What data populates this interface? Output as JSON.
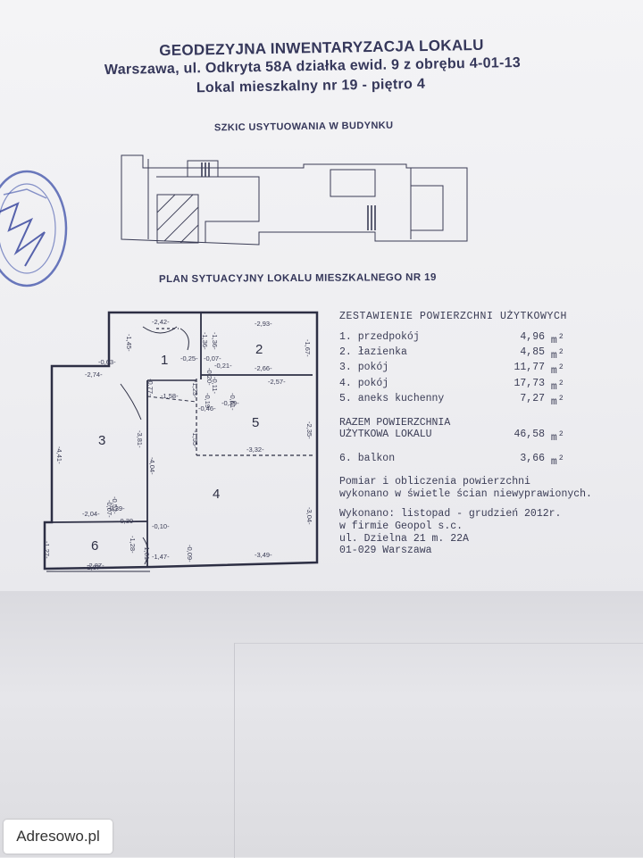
{
  "document": {
    "title_line1": "GEODEZYJNA INWENTARYZACJA LOKALU",
    "title_line2": "Warszawa, ul. Odkryta 58A działka ewid. 9 z obrębu 4-01-13",
    "title_line3": "Lokal mieszkalny nr 19 - piętro 4",
    "sketch_heading": "SZKIC USYTUOWANIA W BUDYNKU",
    "plan_heading": "PLAN SYTUACYJNY LOKALU MIESZKALNEGO NR 19"
  },
  "summary": {
    "heading": "ZESTAWIENIE POWIERZCHNI UŻYTKOWYCH",
    "unit": "m",
    "unit_sup": "2",
    "rooms": [
      {
        "label": "1. przedpokój",
        "value": "4,96"
      },
      {
        "label": "2. łazienka",
        "value": "4,85"
      },
      {
        "label": "3. pokój",
        "value": "11,77"
      },
      {
        "label": "4. pokój",
        "value": "17,73"
      },
      {
        "label": "5. aneks kuchenny",
        "value": "7,27"
      }
    ],
    "total_line1": "RAZEM POWIERZCHNIA",
    "total_line2": "UŻYTKOWA LOKALU",
    "total_value": "46,58",
    "balcony": {
      "label": "6. balkon",
      "value": "3,66"
    },
    "note_line1": "Pomiar i obliczenia powierzchni",
    "note_line2": "wykonano w świetle ścian niewyprawionych.",
    "made_line1": "Wykonano: listopad - grudzień 2012r.",
    "made_line2": "w firmie Geopol s.c.",
    "made_line3": "ul. Dzielna 21 m. 22A",
    "made_line4": "01-029 Warszawa"
  },
  "plan": {
    "room_numbers": [
      "1",
      "2",
      "3",
      "4",
      "5",
      "6"
    ],
    "dims": [
      "-2,42-",
      "-2,93-",
      "-1,36-",
      "-1,36-",
      "-1,45-",
      "-1,67-",
      "-0,63-",
      "-0,25-",
      "-0,07-",
      "-0,21-",
      "-2,66-",
      "-2,74-",
      "-0,77-",
      "-0,20-",
      "-0,11-",
      "-1,23-",
      "-2,57-",
      "-1,58-",
      "-0,19",
      "-0,46-",
      "-0,61-",
      "-0,29-",
      "-3,81-",
      "-4,41-",
      "-1,55-",
      "-2,35-",
      "-4,04-",
      "-3,32-",
      "-0,52-",
      "-0,07-",
      "-0,39-",
      "-3,04-",
      "-2,04-",
      "-0,30-",
      "-0,10-",
      "-2,87-",
      "-1,28-",
      "-1,27-",
      "-1,01-",
      "-0,09-",
      "-1,47-",
      "-3,49-",
      "-2,87-"
    ]
  },
  "watermark": {
    "text": "Adresowo.pl"
  },
  "colors": {
    "ink": "#2d2f44",
    "stamp": "#3b4ea8",
    "paper": "#f1f1f4"
  }
}
